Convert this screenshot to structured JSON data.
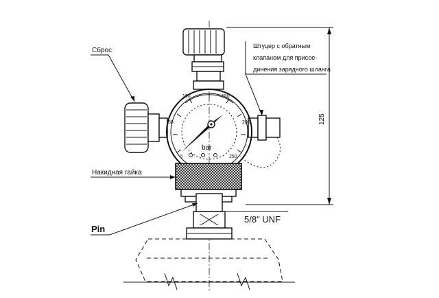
{
  "labels": {
    "reset": "Сброс",
    "fitting_line1": "Штуцер с обратным",
    "fitting_line2": "клапаном для присое-",
    "fitting_line3": "динения зарядного шланга",
    "union_nut": "Накидная гайка",
    "pin": "Pin",
    "thread": "5/8\" UNF",
    "dimension": "125"
  },
  "gauge": {
    "unit": "bar",
    "ticks": [
      "100",
      "150",
      "50",
      "200",
      "0",
      "250"
    ]
  }
}
